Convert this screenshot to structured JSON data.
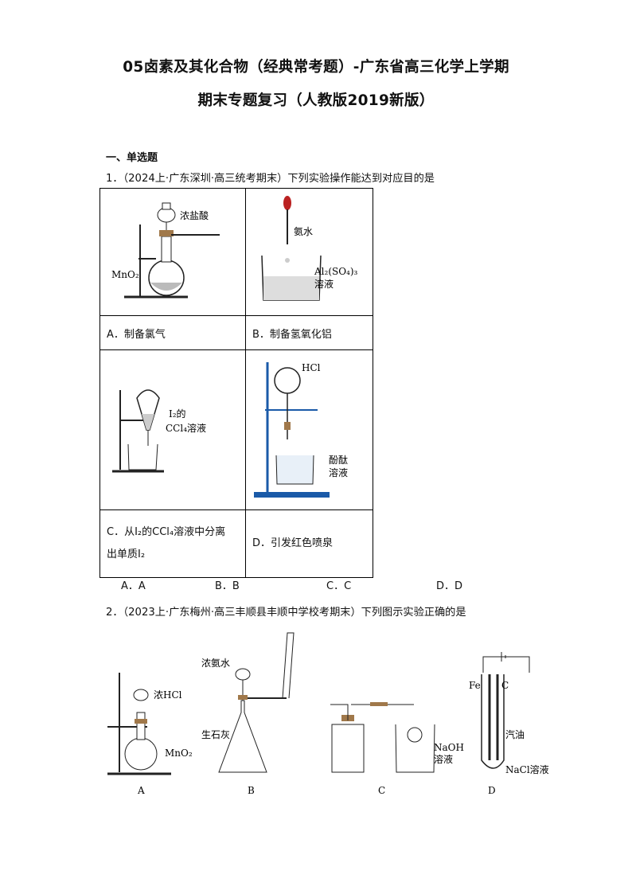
{
  "title": {
    "line1": "05卤素及其化合物（经典常考题）-广东省高三化学上学期",
    "line2": "期末专题复习（人教版2019新版）"
  },
  "section": "一、单选题",
  "q1": {
    "stem": "1．（2024上·广东深圳·高三统考期末）下列实验操作能达到对应目的是",
    "cells": {
      "a_labels": [
        "浓盐酸",
        "MnO₂"
      ],
      "b_labels": [
        "氨水",
        "Al₂(SO₄)₃",
        "溶液"
      ],
      "c_labels": [
        "I₂的",
        "CCl₄溶液"
      ],
      "d_labels": [
        "HCl",
        "酚酞",
        "溶液"
      ]
    },
    "option_texts": {
      "a": "A．制备氯气",
      "b": "B．制备氢氧化铝",
      "c1": "C．从I₂的CCl₄溶液中分离",
      "c2": "出单质I₂",
      "d": "D．引发红色喷泉"
    },
    "choices": [
      "A．A",
      "B．B",
      "C．C",
      "D．D"
    ]
  },
  "q2": {
    "stem": "2．（2023上·广东梅州·高三丰顺县丰顺中学校考期末）下列图示实验正确的是",
    "labels": {
      "a_top": "浓HCl",
      "a_bottom": "MnO₂",
      "a_letter": "A",
      "b_top": "浓氨水",
      "b_bottom": "生石灰",
      "b_letter": "B",
      "c_naoh": "NaOH",
      "c_sol": "溶液",
      "c_letter": "C",
      "d_fe": "Fe",
      "d_c": "C",
      "d_oil": "汽油",
      "d_nacl": "NaCl溶液",
      "d_letter": "D"
    }
  }
}
